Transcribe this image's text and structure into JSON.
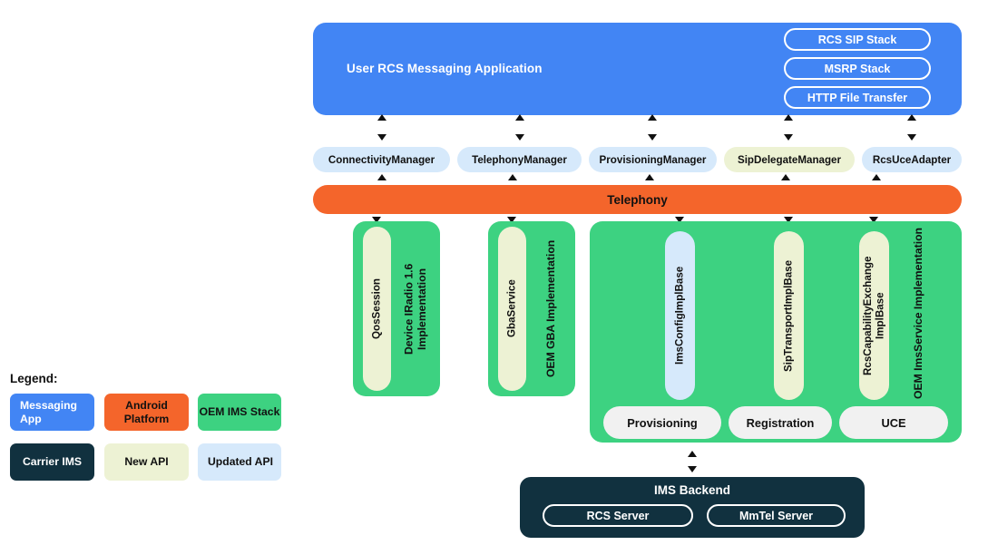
{
  "diagram": {
    "app": {
      "title": "User RCS Messaging Application",
      "stacks": [
        {
          "label": "RCS SIP Stack"
        },
        {
          "label": "MSRP Stack"
        },
        {
          "label": "HTTP File Transfer"
        }
      ]
    },
    "managers": [
      {
        "label": "ConnectivityManager",
        "kind": "updated-api"
      },
      {
        "label": "TelephonyManager",
        "kind": "updated-api"
      },
      {
        "label": "ProvisioningManager",
        "kind": "updated-api"
      },
      {
        "label": "SipDelegateManager",
        "kind": "new-api"
      },
      {
        "label": "RcsUceAdapter",
        "kind": "updated-api"
      }
    ],
    "platform": {
      "label": "Telephony"
    },
    "oem_blocks": [
      {
        "label": "Device IRadio 1.6 Implementation",
        "api": "QosSession",
        "api_kind": "new-api"
      },
      {
        "label": "OEM GBA Implementation",
        "api": "GbaService",
        "api_kind": "new-api"
      },
      {
        "label": "OEM ImsService Implementation"
      }
    ],
    "ims_apis": [
      {
        "label": "ImsConfigImplBase",
        "kind": "updated-api"
      },
      {
        "label": "SipTransportImplBase",
        "kind": "new-api"
      },
      {
        "label": "RcsCapabilityExchange ImplBase",
        "kind": "new-api"
      }
    ],
    "ims_services": [
      {
        "label": "Provisioning"
      },
      {
        "label": "Registration"
      },
      {
        "label": "UCE"
      }
    ],
    "backend": {
      "title": "IMS Backend",
      "servers": [
        {
          "label": "RCS Server"
        },
        {
          "label": "MmTel Server"
        }
      ]
    }
  },
  "legend": {
    "title": "Legend:",
    "items": [
      {
        "label": "Messaging App",
        "color": "#4285F4",
        "text_color": "#ffffff"
      },
      {
        "label": "Android Platform",
        "color": "#F4652B",
        "text_color": "#111111"
      },
      {
        "label": "OEM IMS Stack",
        "color": "#3DD281",
        "text_color": "#111111"
      },
      {
        "label": "Carrier IMS",
        "color": "#11313F",
        "text_color": "#ffffff"
      },
      {
        "label": "New API",
        "color": "#EDF2D4",
        "text_color": "#111111"
      },
      {
        "label": "Updated API",
        "color": "#D6E9FB",
        "text_color": "#111111"
      }
    ]
  },
  "colors": {
    "messaging_app": "#4285F4",
    "android_platform": "#F4652B",
    "oem_ims_stack": "#3DD281",
    "carrier_ims": "#11313F",
    "new_api": "#EDF2D4",
    "updated_api": "#D6E9FB",
    "service_pill": "#F1F1F1",
    "arrow": "#111111"
  }
}
